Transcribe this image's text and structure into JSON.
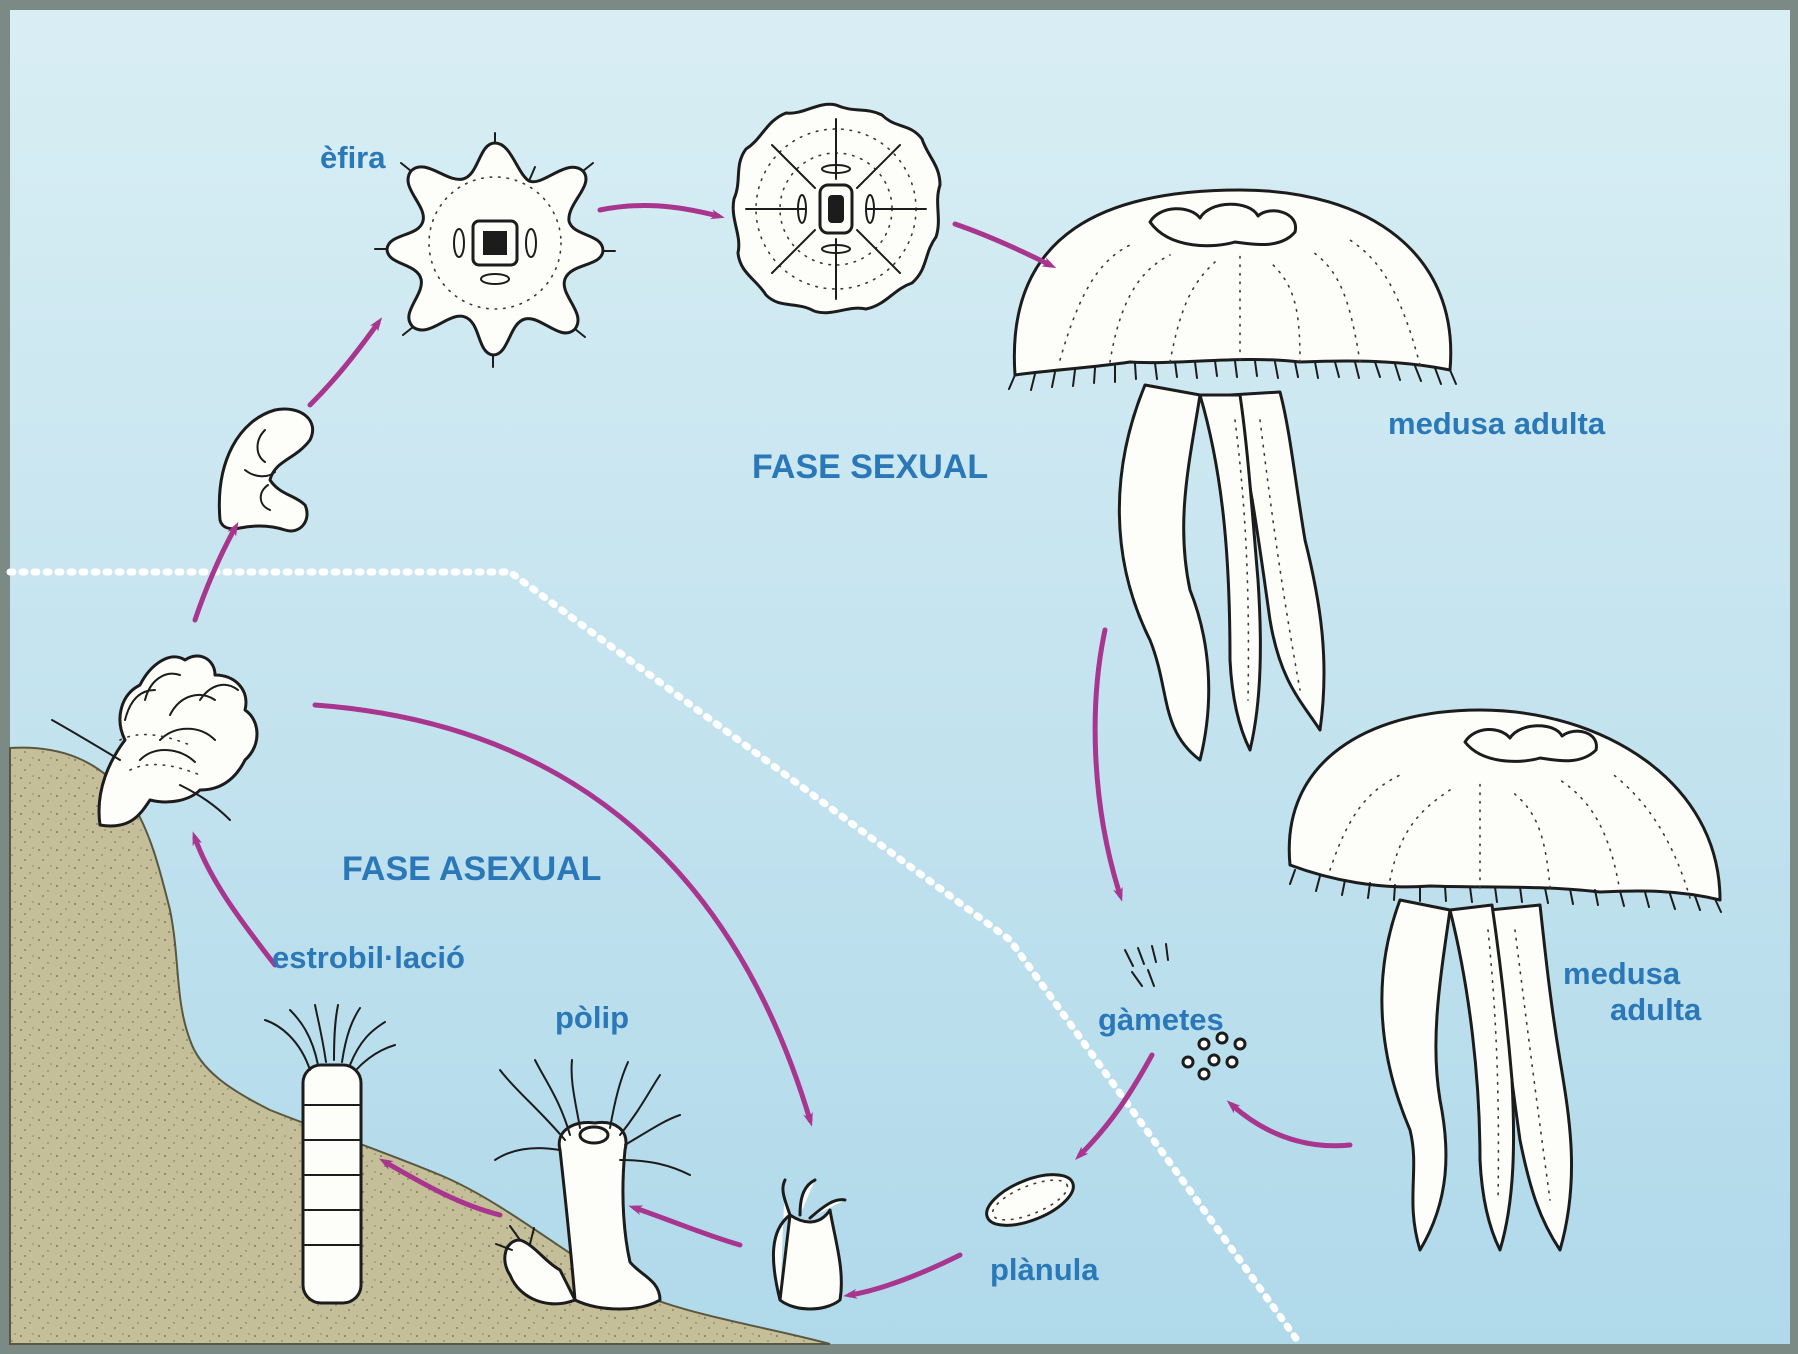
{
  "labels": {
    "phase_sexual": "FASE SEXUAL",
    "phase_asexual": "FASE ASEXUAL",
    "ephyra": "èfira",
    "adult_medusa_1": "medusa adulta",
    "adult_medusa_2_line1": "medusa",
    "adult_medusa_2_line2": "adulta",
    "gametes": "gàmetes",
    "planula": "plànula",
    "polyp": "pòlip",
    "strobilation": "estrobil·lació"
  },
  "colors": {
    "water_top": "#d9eef4",
    "water_bottom": "#b0d9ea",
    "label": "#2a78b8",
    "arrow": "#a8358e",
    "rock": "#c4bf98",
    "frame": "#7c8a86"
  }
}
